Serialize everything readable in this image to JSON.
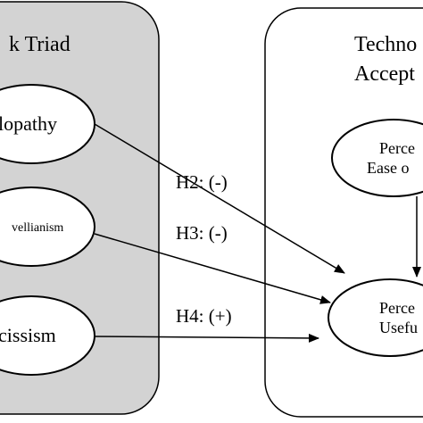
{
  "left_panel": {
    "title": "k Triad",
    "nodes": {
      "psychopathy": "lopathy",
      "machiavellianism": "vellianism",
      "narcissism": "cissism"
    }
  },
  "right_panel": {
    "title_line1": "Techno",
    "title_line2": "Accept",
    "nodes": {
      "ease_line1": "Perce",
      "ease_line2": "Ease o",
      "useful_line1": "Perce",
      "useful_line2": "Usefu"
    }
  },
  "hypotheses": {
    "h2": "H2: (-)",
    "h3": "H3: (-)",
    "h4": "H4: (+)"
  },
  "colors": {
    "left_panel_fill": "#d3d3d3",
    "right_panel_fill": "#ffffff",
    "stroke": "#000000"
  }
}
